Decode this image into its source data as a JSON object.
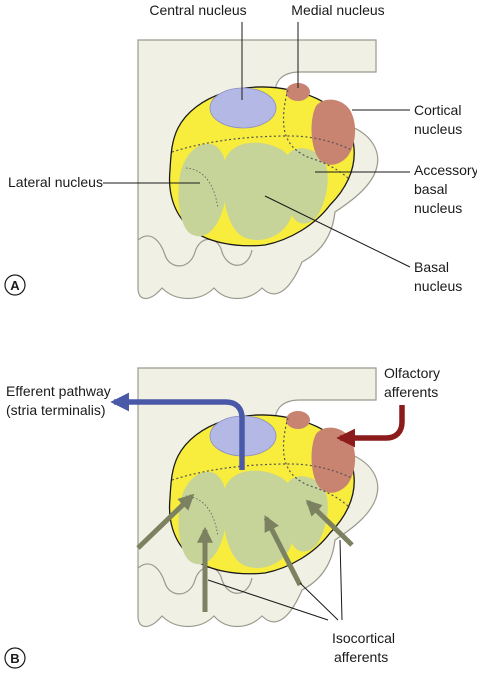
{
  "panel_a": {
    "letter": "A",
    "labels": {
      "central": "Central nucleus",
      "medial": "Medial nucleus",
      "cortical": [
        "Cortical",
        "nucleus"
      ],
      "lateral": "Lateral nucleus",
      "accessory_basal": [
        "Accessory",
        "basal",
        "nucleus"
      ],
      "basal": [
        "Basal",
        "nucleus"
      ]
    }
  },
  "panel_b": {
    "letter": "B",
    "labels": {
      "efferent": [
        "Efferent pathway",
        "(stria terminalis)"
      ],
      "olfactory": [
        "Olfactory",
        "afferents"
      ],
      "isocortical": [
        "Isocortical",
        "afferents"
      ]
    }
  },
  "colors": {
    "amygdala_body": "#f8ec3c",
    "lateral_basal_nuclei": "#c6d49a",
    "central_nucleus": "#b3b8e4",
    "medial_cortical_nuclei": "#c88470",
    "background_tissue": "#f1f0e4",
    "efferent_arrow": "#4a58a8",
    "olfactory_arrow": "#8c1b1b",
    "isocortical_arrows": "#7c8160"
  }
}
